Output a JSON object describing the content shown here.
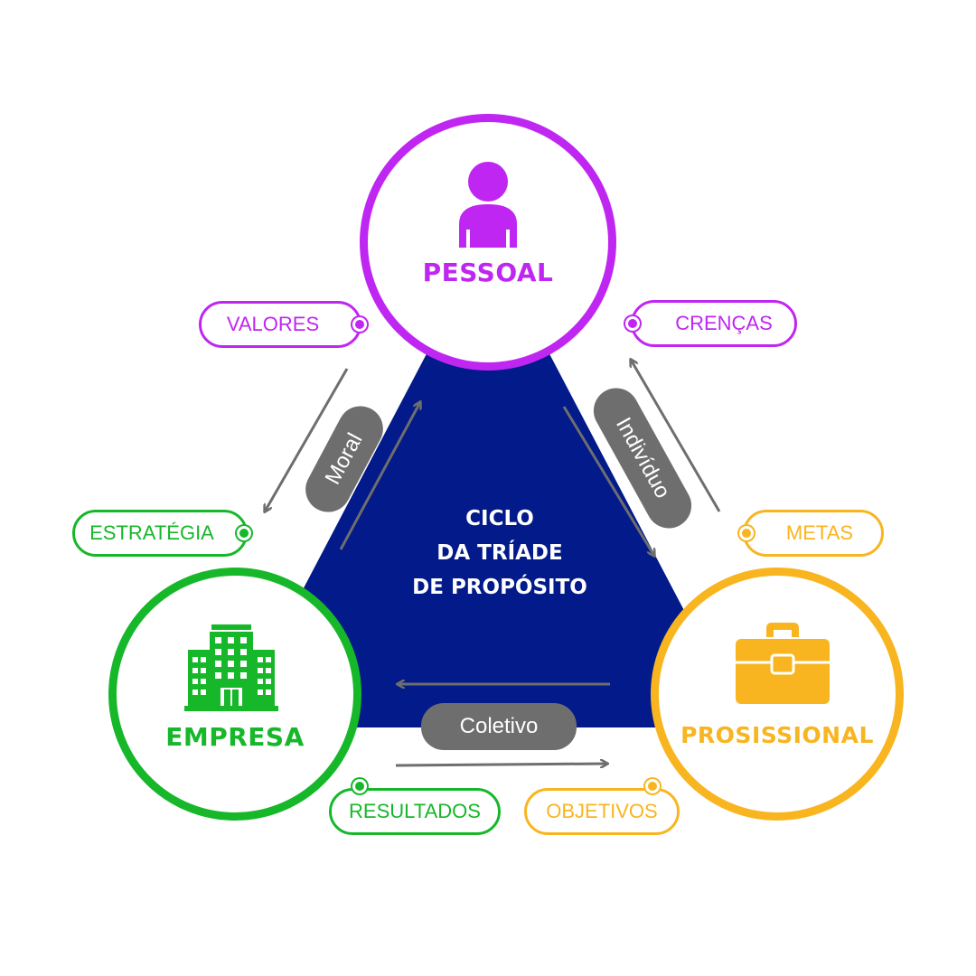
{
  "center": {
    "line1": "CICLO",
    "line2": "DA TRÍADE",
    "line3": "DE PROPÓSITO"
  },
  "nodes": {
    "pessoal": {
      "label": "PESSOAL",
      "icon": "person-icon",
      "color": "#c026f2"
    },
    "empresa": {
      "label": "EMPRESA",
      "icon": "building-icon",
      "color": "#17b72a"
    },
    "profissional": {
      "label": "PROSISSIONAL",
      "icon": "briefcase-icon",
      "color": "#f8b520"
    }
  },
  "edges": {
    "left": "Moral",
    "right": "Indivíduo",
    "bottom": "Coletivo"
  },
  "tags": {
    "valores": "VALORES",
    "crencas": "CRENÇAS",
    "estrategia": "ESTRATÉGIA",
    "metas": "METAS",
    "resultados": "RESULTADOS",
    "objetivos": "OBJETIVOS"
  },
  "colors": {
    "triangle": "#021a8a",
    "edge_pill": "#6e6e6e",
    "arrow": "#6e6e6e"
  }
}
